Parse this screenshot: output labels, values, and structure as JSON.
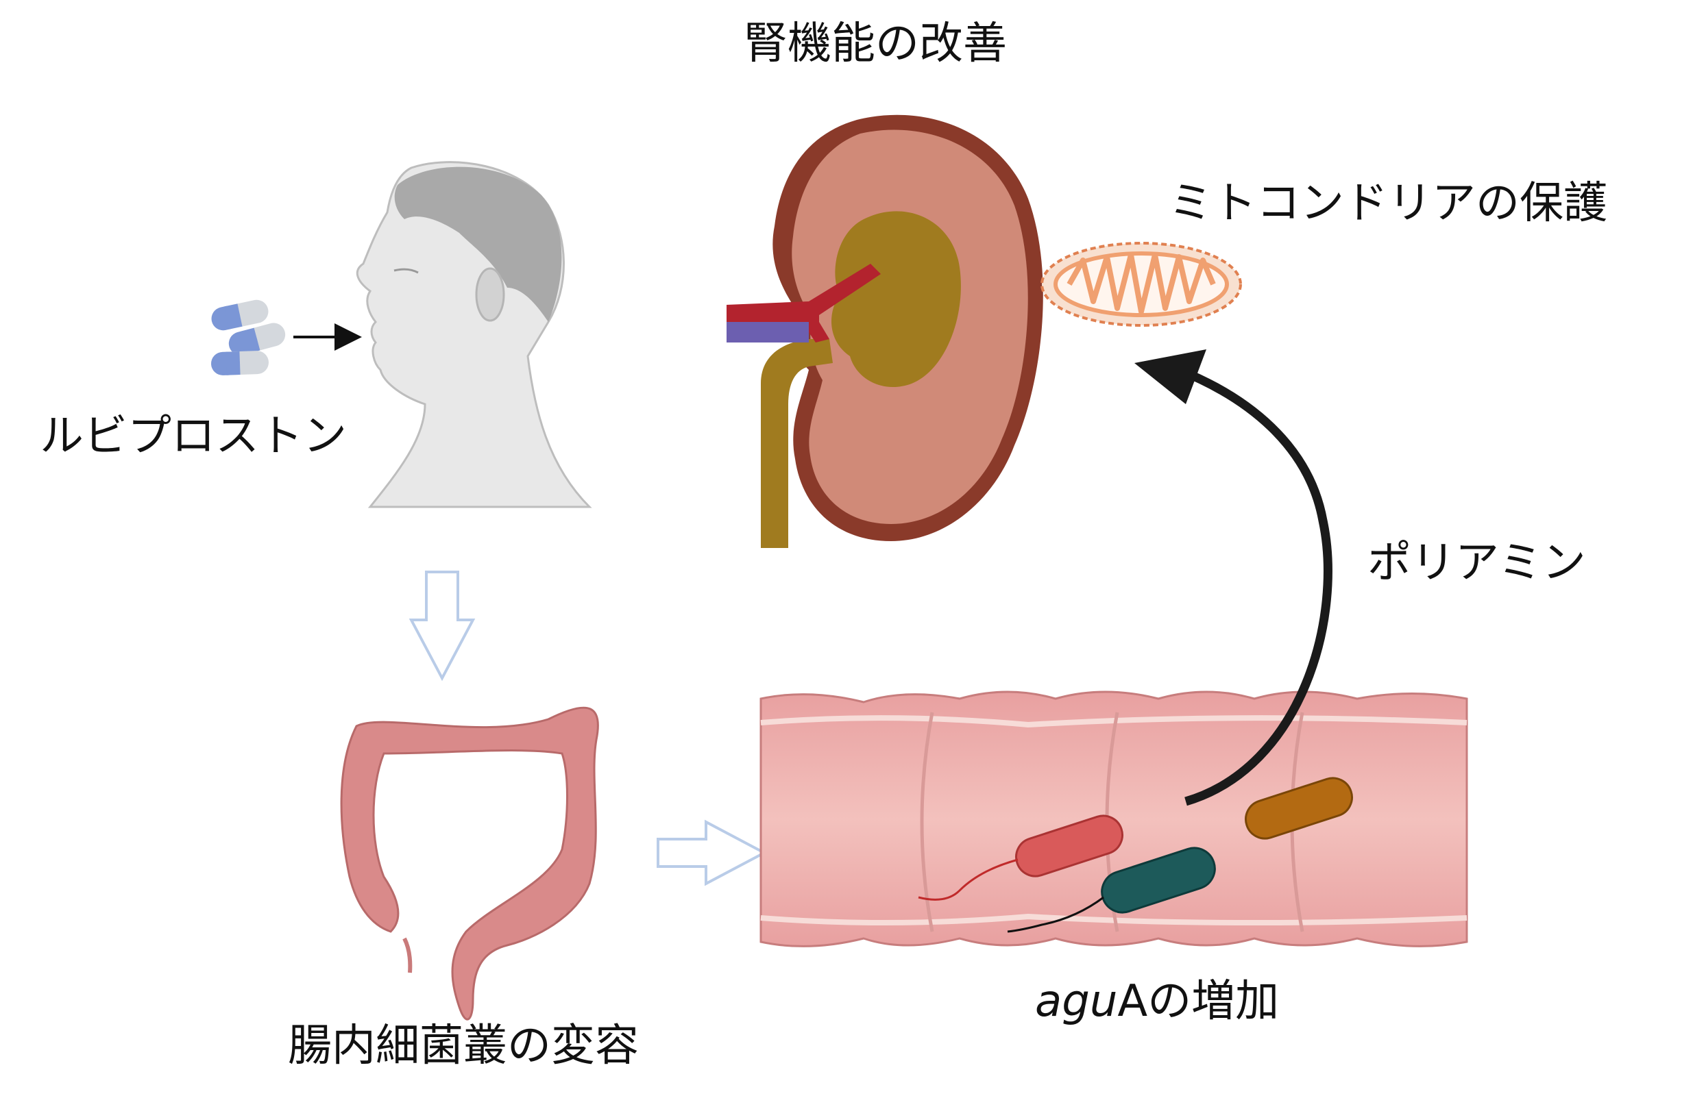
{
  "labels": {
    "drug": "ルビプロストン",
    "microbiota": "腸内細菌叢の変容",
    "kidney": "腎機能の改善",
    "mitochondria": "ミトコンドリアの保護",
    "polyamine": "ポリアミン",
    "gene_italic": "agu",
    "gene_rest": "Aの増加"
  },
  "icons": [
    "head-profile-icon",
    "capsule-icon",
    "kidney-icon",
    "mitochondrion-icon",
    "colon-icon",
    "intestine-section-icon",
    "bacterium-icon"
  ],
  "colors": {
    "capsule_blue": "#7b96d6",
    "capsule_grey": "#d4d8dd",
    "head_grey": "#c9c9c9",
    "kidney_outer": "#8a3a2a",
    "kidney_cortex": "#d08a78",
    "kidney_pelvis": "#a07b1f",
    "artery": "#b3232e",
    "vein": "#6c5fb0",
    "mito": "#f0a070",
    "colon": "#d98a8a",
    "block_arrow": "#b9cce8",
    "bacterium_red": "#d95a5a",
    "bacterium_teal": "#1d5a5a",
    "bacterium_orange": "#b36a12"
  }
}
